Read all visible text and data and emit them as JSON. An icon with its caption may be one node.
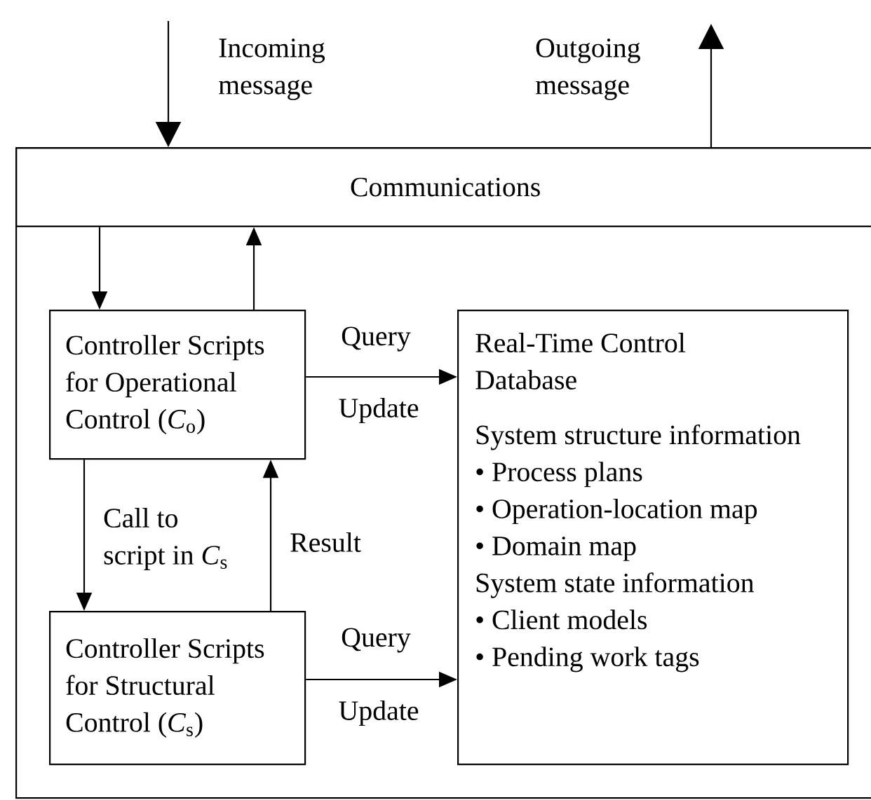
{
  "diagram": {
    "nodes": [
      {
        "text": [],
        "shape": "box"
      },
      {
        "text": [
          "Communications"
        ],
        "in": 0
      },
      {
        "text": [
          "Controller Scripts for Operational Control (*C*$_{o}$)"
        ],
        "in": 0
      },
      {
        "text": [
          "Controller Scripts for Structural Control (*C*$_{s}$)"
        ],
        "in": 0
      },
      {
        "text": [
          "Real-Time Control Database",
          "System structure information",
          "• Process plans",
          "• Operation-location map",
          "• Domain map",
          "System state information",
          "• Client models",
          "• Pending work tags"
        ],
        "in": 0
      }
    ],
    "edges": [
      {
        "from": null,
        "to": 1,
        "arrow": "to",
        "label": "Incoming message"
      },
      {
        "from": 1,
        "to": null,
        "arrow": "to",
        "label": "Outgoing message"
      },
      {
        "from": 1,
        "to": 2,
        "arrow": "to"
      },
      {
        "from": 2,
        "to": 1,
        "arrow": "to"
      },
      {
        "from": 2,
        "to": 4,
        "arrow": "to",
        "label": "Query"
      },
      {
        "from": 2,
        "to": 3,
        "arrow": "to",
        "label": "Call to script in *C*$_{s}$"
      },
      {
        "from": 3,
        "to": 2,
        "arrow": "to",
        "label": "Result"
      },
      {
        "from": 3,
        "to": 4,
        "arrow": "to",
        "label": "Query"
      }
    ],
    "labels": [
      "Update",
      "Update"
    ]
  }
}
